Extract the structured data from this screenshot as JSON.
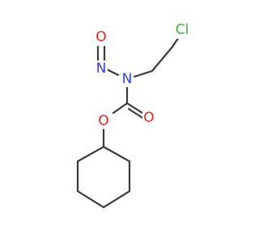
{
  "atoms": [
    {
      "id": "cl",
      "label": "Cl",
      "color": "#3cb43c"
    },
    {
      "id": "o_nitroso",
      "label": "O",
      "color": "#e8231f"
    },
    {
      "id": "n_nitroso",
      "label": "N",
      "color": "#2b3ff0"
    },
    {
      "id": "n_amide",
      "label": "N",
      "color": "#2b3ff0"
    },
    {
      "id": "o_carbonyl",
      "label": "O",
      "color": "#e8231f"
    },
    {
      "id": "o_ester",
      "label": "O",
      "color": "#e8231f"
    }
  ],
  "bond_color": "#3a3a3a"
}
